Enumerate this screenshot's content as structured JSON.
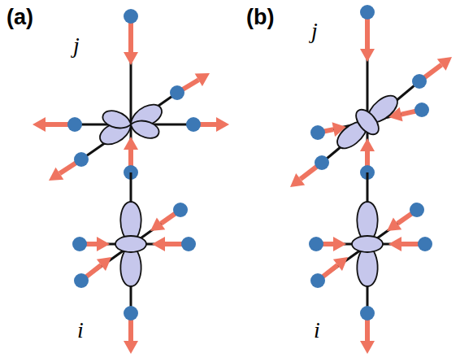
{
  "diagram": {
    "labels": [
      "(a)",
      "j",
      "i",
      "(b)",
      "j",
      "i"
    ]
  }
}
